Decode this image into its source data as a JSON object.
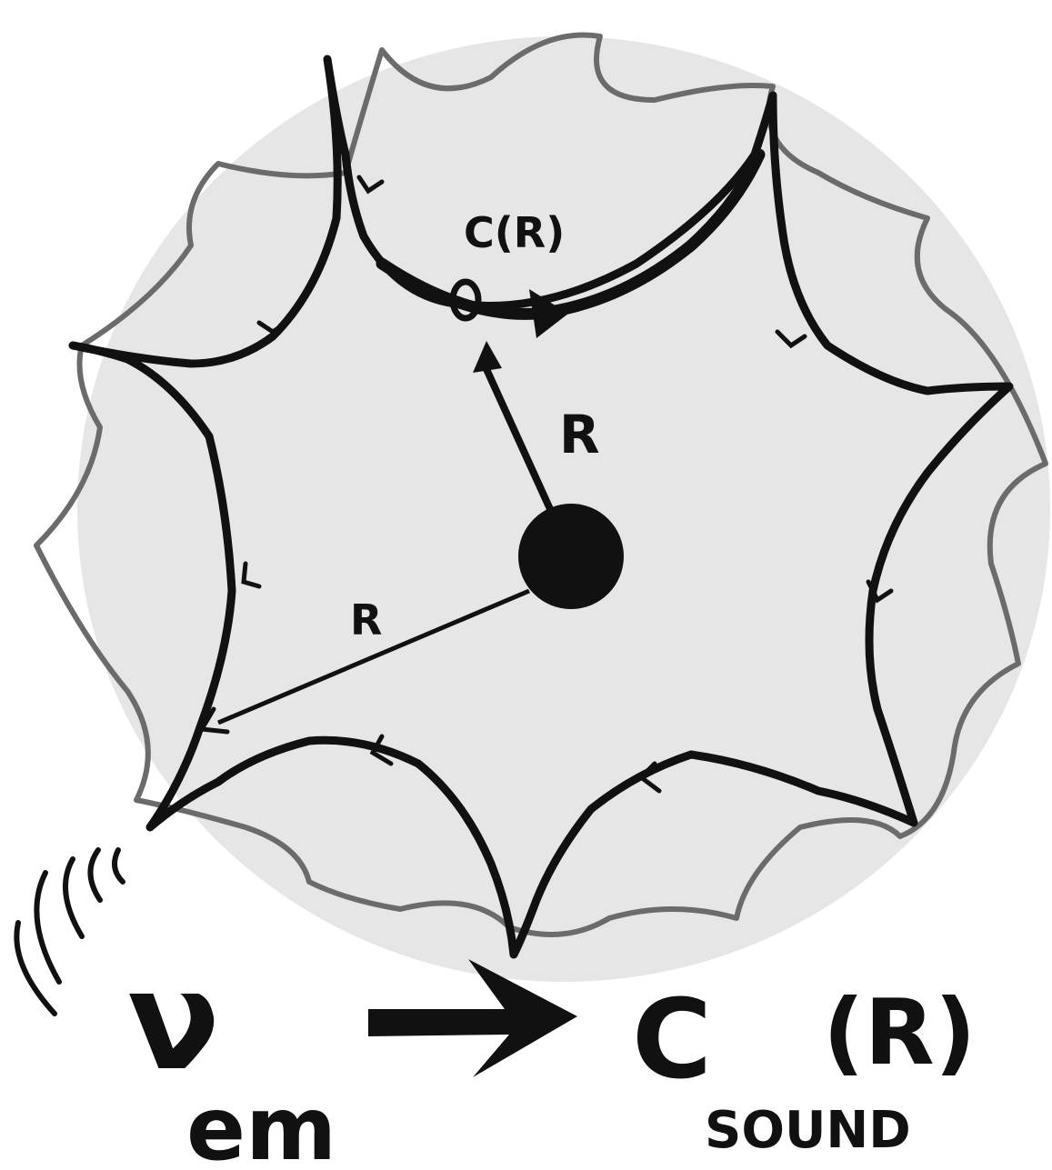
{
  "diagram": {
    "labels": {
      "arc": "C(R)",
      "radius_upper": "R",
      "radius_lower": "R",
      "nu_symbol": "ν",
      "nu_subscript": "em",
      "c_symbol": "C",
      "c_argument": "(R)",
      "c_subscript": "SOUND"
    },
    "colors": {
      "ink": "#111111",
      "disk_fill": "#e2e2e2",
      "outer_star": "#6b6b6b",
      "background": "#ffffff"
    }
  }
}
